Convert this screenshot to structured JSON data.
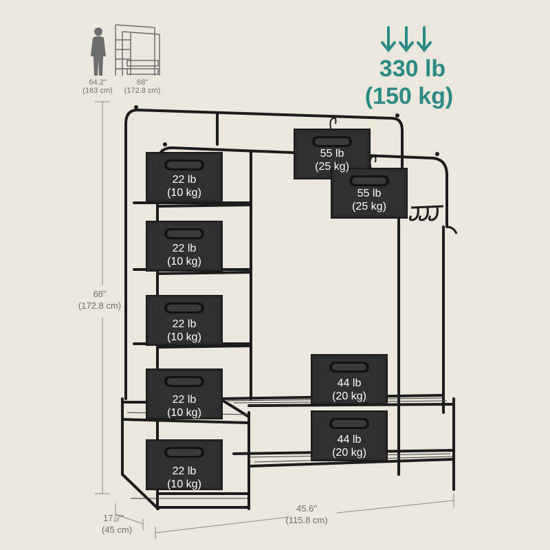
{
  "capacity": {
    "weight_lb": "330 lb",
    "weight_kg": "(150 kg)",
    "accent_color": "#2c8a86"
  },
  "person": {
    "height_in": "64.2\"",
    "height_cm": "(163 cm)"
  },
  "thumbnail": {
    "height_in": "68\"",
    "height_cm": "(172.8 cm)"
  },
  "dimensions": {
    "height_in": "68\"",
    "height_cm": "(172.8 cm)",
    "width_in": "45.6\"",
    "width_cm": "(115.8 cm)",
    "depth_in": "17.7\"",
    "depth_cm": "(45 cm)"
  },
  "boxes": [
    {
      "lb": "55 lb",
      "kg": "(25 kg)"
    },
    {
      "lb": "55 lb",
      "kg": "(25 kg)"
    },
    {
      "lb": "22 lb",
      "kg": "(10 kg)"
    },
    {
      "lb": "22 lb",
      "kg": "(10 kg)"
    },
    {
      "lb": "22 lb",
      "kg": "(10 kg)"
    },
    {
      "lb": "22 lb",
      "kg": "(10 kg)"
    },
    {
      "lb": "22 lb",
      "kg": "(10 kg)"
    },
    {
      "lb": "44 lb",
      "kg": "(20 kg)"
    },
    {
      "lb": "44 lb",
      "kg": "(20 kg)"
    }
  ],
  "icons": [
    "down-arrow-icon",
    "person-silhouette-icon",
    "rack-thumbnail-icon",
    "hanger-hook-icon"
  ]
}
